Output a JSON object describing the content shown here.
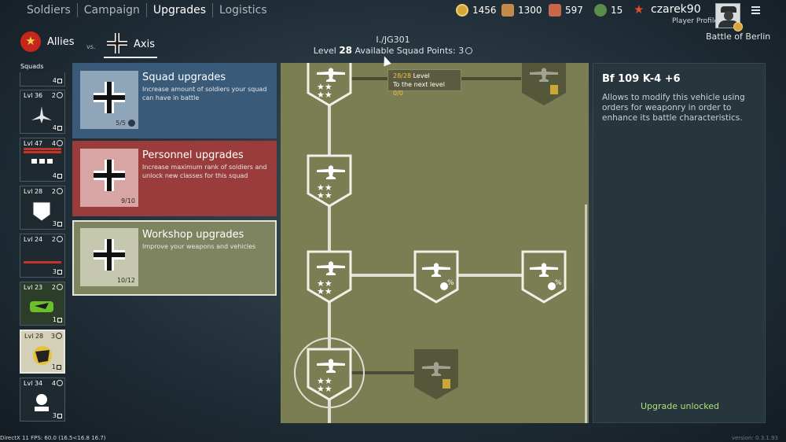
{
  "nav": {
    "items": [
      "Soldiers",
      "Campaign",
      "Upgrades",
      "Logistics"
    ],
    "active": "Upgrades"
  },
  "resources": {
    "gold": "1456",
    "orders_a": "1300",
    "orders_b": "597",
    "tickets": "15"
  },
  "profile": {
    "username": "czarek90",
    "label": "Player Profile",
    "battle": "Battle of Berlin"
  },
  "faction": {
    "allies": "Allies",
    "vs": "vs.",
    "axis": "Axis"
  },
  "squad": {
    "name": "I./JG301",
    "level_prefix": "Level",
    "level": "28",
    "points_label": "Available Squad Points:",
    "points": "3"
  },
  "squads_list": {
    "title": "Squads",
    "items": [
      {
        "lvl": "",
        "pts": "",
        "count": "4"
      },
      {
        "lvl": "Lvl 36",
        "pts": "2",
        "count": "4"
      },
      {
        "lvl": "Lvl 47",
        "pts": "4",
        "count": "4"
      },
      {
        "lvl": "Lvl 28",
        "pts": "2",
        "count": "3"
      },
      {
        "lvl": "Lvl 24",
        "pts": "2",
        "count": "3"
      },
      {
        "lvl": "Lvl 23",
        "pts": "2",
        "count": "1"
      },
      {
        "lvl": "Lvl 28",
        "pts": "3",
        "count": "1"
      },
      {
        "lvl": "Lvl 34",
        "pts": "4",
        "count": "3"
      }
    ]
  },
  "categories": {
    "squad": {
      "title": "Squad upgrades",
      "desc": "Increase amount of soldiers your squad can have in battle",
      "progress": "5/5"
    },
    "personnel": {
      "title": "Personnel upgrades",
      "desc": "Increase maximum rank of soldiers and unlock new classes for this squad",
      "progress": "9/10"
    },
    "workshop": {
      "title": "Workshop upgrades",
      "desc": "Improve your weapons and vehicles",
      "progress": "10/12"
    }
  },
  "tooltip": {
    "level_value": "28/28",
    "level_label": "Level",
    "next_label": "To the next level",
    "next_value": "0/0"
  },
  "detail": {
    "vehicle": "Bf 109 K-4 +6",
    "description": "Allows to modify this vehicle using orders for weaponry in order to enhance its battle characteristics.",
    "status": "Upgrade unlocked"
  },
  "footer": {
    "fps": "DirectX 11 FPS: 60.0 (16.5<16.8 16.7)",
    "version": "version: 0.3.1.93"
  },
  "colors": {
    "squad_panel": "#3a5a7a",
    "personnel_panel": "#9a3c3c",
    "workshop_panel": "#7f8460",
    "tree_bg": "#7b7d52",
    "unlocked_text": "#aee07a"
  }
}
